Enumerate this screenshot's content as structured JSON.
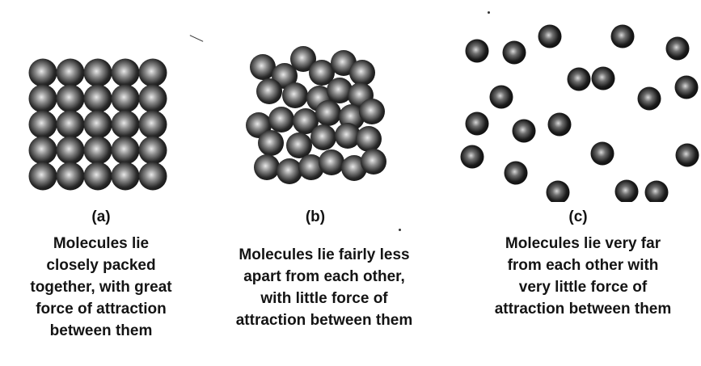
{
  "panels": [
    {
      "label": "(a)",
      "caption_lines": [
        "Molecules lie",
        "closely packed",
        "together, with great",
        "force of attraction",
        "between them"
      ]
    },
    {
      "label": "(b)",
      "caption_lines": [
        "Molecules lie fairly less",
        "apart from each other,",
        "with little force of",
        "attraction between them"
      ]
    },
    {
      "label": "(c)",
      "caption_lines": [
        "Molecules lie very far",
        "from each other with",
        "very little force of",
        "attraction between them"
      ]
    }
  ]
}
